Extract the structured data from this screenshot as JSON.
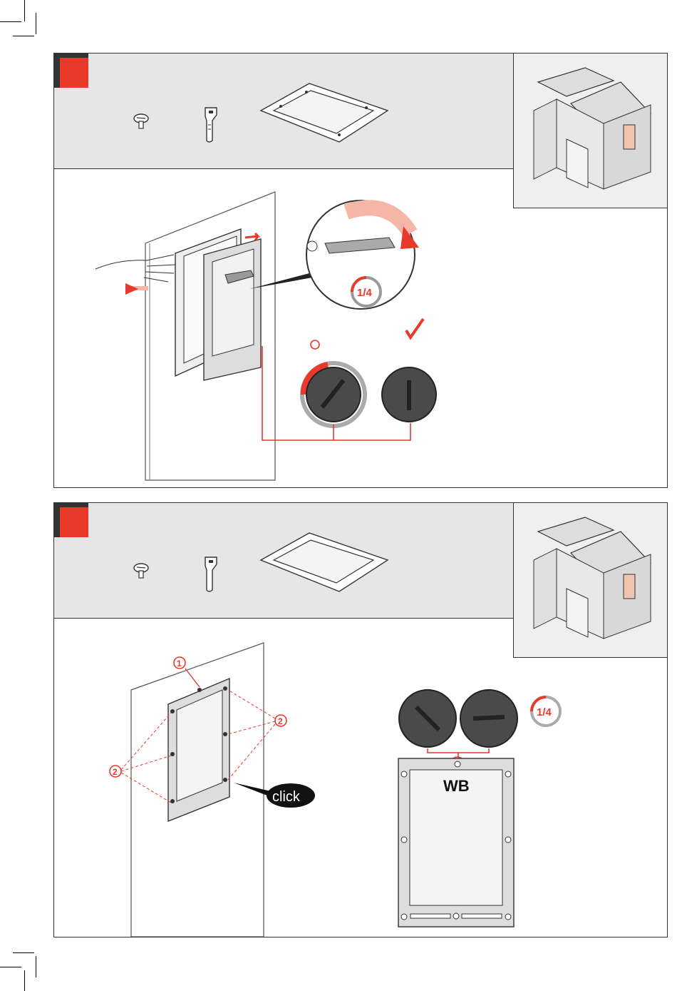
{
  "page": {
    "title": "",
    "colors": {
      "accent": "#e8392b",
      "panel": "#e6e6e6",
      "line": "#333333",
      "window": "#f1c4b0"
    }
  },
  "step1": {
    "parts": [
      {
        "name": "screw-part-icon"
      },
      {
        "name": "key-tool-icon"
      },
      {
        "name": "window-frame-part-icon"
      }
    ],
    "rotation_label": "1/4",
    "check_icon": "checkmark-icon"
  },
  "step2": {
    "callout_1": "1",
    "callout_2": "2",
    "click_label": "click",
    "rotation_label": "1/4",
    "frame_label": "WB"
  }
}
